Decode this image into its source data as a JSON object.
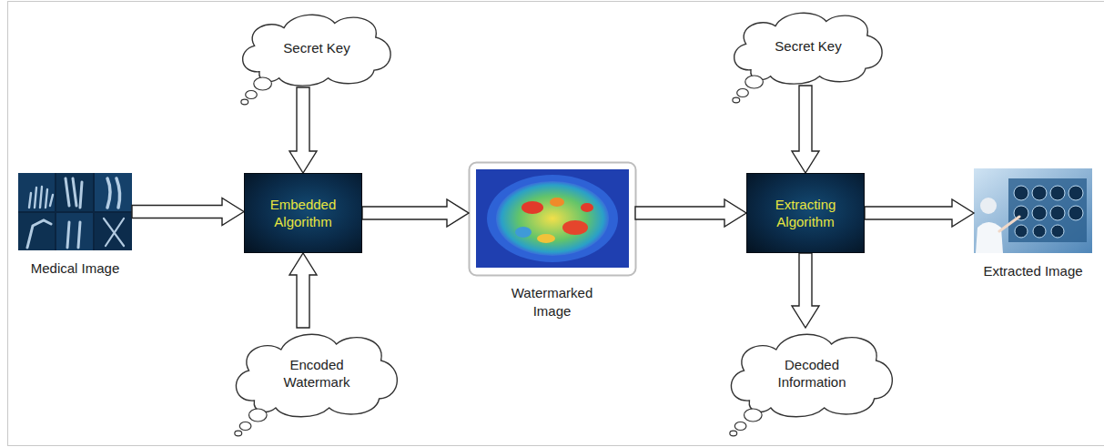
{
  "diagram": {
    "nodes": [
      {
        "text": [
          "Medical Image"
        ]
      },
      {
        "text": [
          "Secret Key"
        ]
      },
      {
        "text": [
          "Embedded Algorithm"
        ]
      },
      {
        "text": [
          "Encoded Watermark"
        ]
      },
      {
        "text": [
          "Watermarked Image"
        ]
      },
      {
        "text": [
          "Secret Key"
        ]
      },
      {
        "text": [
          "Extracting Algorithm"
        ]
      },
      {
        "text": [
          "Decoded Information"
        ]
      },
      {
        "text": [
          "Extracted Image"
        ]
      }
    ],
    "edges": [
      {
        "from": 0,
        "to": 2,
        "arrow": "to"
      },
      {
        "from": 1,
        "to": 2,
        "arrow": "to"
      },
      {
        "from": 3,
        "to": 2,
        "arrow": "to"
      },
      {
        "from": 2,
        "to": 4,
        "arrow": "to"
      },
      {
        "from": 4,
        "to": 6,
        "arrow": "to"
      },
      {
        "from": 5,
        "to": 6,
        "arrow": "to"
      },
      {
        "from": 6,
        "to": 7,
        "arrow": "to"
      },
      {
        "from": 6,
        "to": 8,
        "arrow": "to"
      }
    ]
  }
}
